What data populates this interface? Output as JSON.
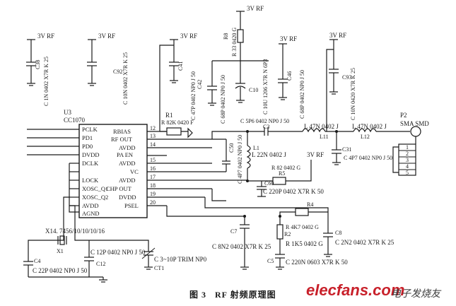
{
  "chip": {
    "ref": "U3",
    "part": "CC1070",
    "left_pins": [
      "PCLK",
      "PD1",
      "PD0",
      "DVDD",
      "DCLK",
      "LOCK",
      "XOSC_Q1",
      "XOSC_Q2",
      "AVDD",
      "AGND"
    ],
    "right_pins": [
      "RBIAS",
      "RF OUT",
      "AVDD",
      "PA EN",
      "AVDD",
      "VC",
      "AVDD",
      "CHP OUT",
      "DVDD",
      "PSEL"
    ],
    "right_pin_numbers": [
      "12",
      "13",
      "14",
      "",
      "15",
      "16",
      "17",
      "18",
      "19",
      "20"
    ]
  },
  "supplies": {
    "vrf": "3V RF"
  },
  "parts": {
    "c38": "C38",
    "c38_val": "C 1N 0402 X7R K 25",
    "c92": "C92",
    "c92_val": "C 10N 0402 X7R K 25",
    "c41": "C41",
    "c41_val": "C 47P 0402 NP0 J 50",
    "c42": "C42",
    "c42_val": "C 68P 0402 NP0 J 50",
    "r8": "R8",
    "r8_val": "R 33 0420 G",
    "c10": "C10",
    "c10_val": "C 10U 1206 X7R N 6P3",
    "c46": "C46",
    "c46_val": "C 68P 0402 NP0 J 50",
    "c93": "C93",
    "c93_val": "C 10N 0420 X7R K 25",
    "r1": "R1",
    "r1_val": "R 82K 0420 F",
    "c3": "C3",
    "c3_val": "C 5P6 0402 NP0 J 50",
    "l11": "L11",
    "l11_val": "L 47N 0402 J",
    "l12": "L12",
    "l12_val": "L 47N 0402 J",
    "p2": "P2",
    "p2_val": "SMA SMD",
    "c31": "C31",
    "c31_val": "C 4P7 0402 NP0 J 50",
    "c50": "C50",
    "c50_val": "C 4P7 0402 NP0 J 50",
    "l1": "L1",
    "l1_val": "L 22N 0402 J",
    "r5": "R5",
    "r5_val": "R 82 0402 G",
    "c60": "C60",
    "c60_val": "C 220P 0402 X7R K 50",
    "r2": "R2",
    "r2_val": "R 1K5 0402 G",
    "r4": "R4",
    "r4_val": "R 4K7 0402 G",
    "c7": "C7",
    "c7_val": "C 8N2 0402 X7R K 25",
    "c5": "C5",
    "c5_val": "C 220N 0603 X7R K 50",
    "c8": "C8",
    "c8_val": "C 2N2 0402 X7R K 25",
    "x1": "X1",
    "x1_val": "X14. 7456/10/10/10/16",
    "c4": "C4",
    "c4_val": "C 22P 0402 NP0 J 50",
    "c12": "C12",
    "c12_val": "C 12P 0402 NP0 J 50",
    "ct1": "CT1",
    "ct1_val": "C 3~10P TRIM NP0",
    "p2_pins": [
      "1",
      "2",
      "3",
      "4",
      "5"
    ]
  },
  "caption": {
    "fig": "图 3",
    "title": "RF 射频原理图"
  },
  "watermark": {
    "brand": "elecfans.com",
    "cn": "电子发烧友"
  }
}
